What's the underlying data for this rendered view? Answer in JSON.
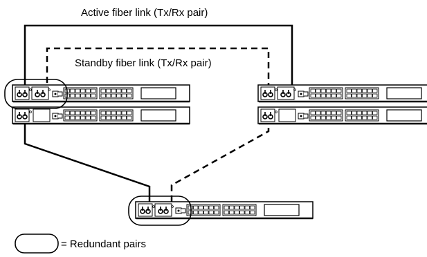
{
  "labels": {
    "active_link": "Active fiber link (Tx/Rx pair)",
    "standby_link": "Standby fiber link (Tx/Rx pair)",
    "legend": "= Redundant pairs"
  },
  "colors": {
    "line": "#000000",
    "background": "#ffffff"
  },
  "links": [
    {
      "name": "Active fiber link",
      "style": "solid"
    },
    {
      "name": "Standby fiber link",
      "style": "dashed"
    }
  ],
  "switches": [
    {
      "id": "switch-left-top",
      "redundant_pair_highlighted": true
    },
    {
      "id": "switch-left-bottom",
      "redundant_pair_highlighted": false
    },
    {
      "id": "switch-right-top",
      "redundant_pair_highlighted": false
    },
    {
      "id": "switch-right-bottom",
      "redundant_pair_highlighted": false
    },
    {
      "id": "switch-bottom-center",
      "redundant_pair_highlighted": true
    }
  ]
}
